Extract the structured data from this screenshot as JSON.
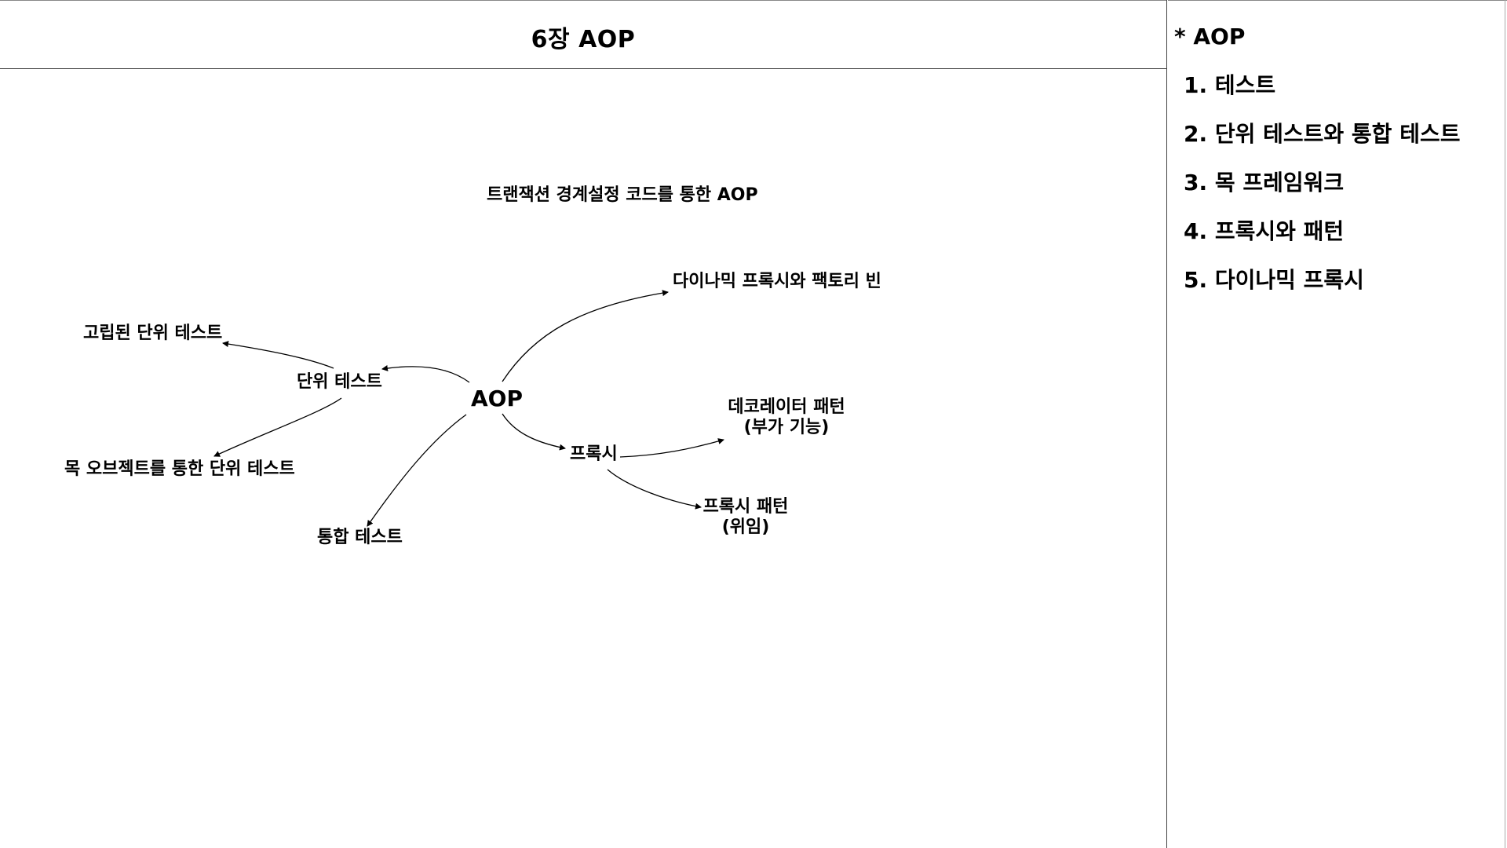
{
  "header": {
    "title": "6장 AOP"
  },
  "mindmap": {
    "subtitle": "트랜잭션 경계설정 코드를 통한 AOP",
    "root": "AOP",
    "nodes": {
      "unit_test": "단위 테스트",
      "isolated_unit_test": "고립된 단위 테스트",
      "mock_unit_test": "목 오브젝트를 통한 단위 테스트",
      "integration_test": "통합 테스트",
      "dynamic_proxy": "다이나믹 프록시와 팩토리 빈",
      "proxy": "프록시",
      "decorator_line1": "데코레이터 패턴",
      "decorator_line2": "(부가 기능)",
      "proxy_pattern_line1": "프록시 패턴",
      "proxy_pattern_line2": "(위임)"
    }
  },
  "sidebar": {
    "heading": "* AOP",
    "items": [
      "1. 테스트",
      "2. 단위 테스트와 통합 테스트",
      "3. 목 프레임워크",
      "4. 프록시와 패턴",
      "5. 다이나믹 프록시"
    ]
  }
}
